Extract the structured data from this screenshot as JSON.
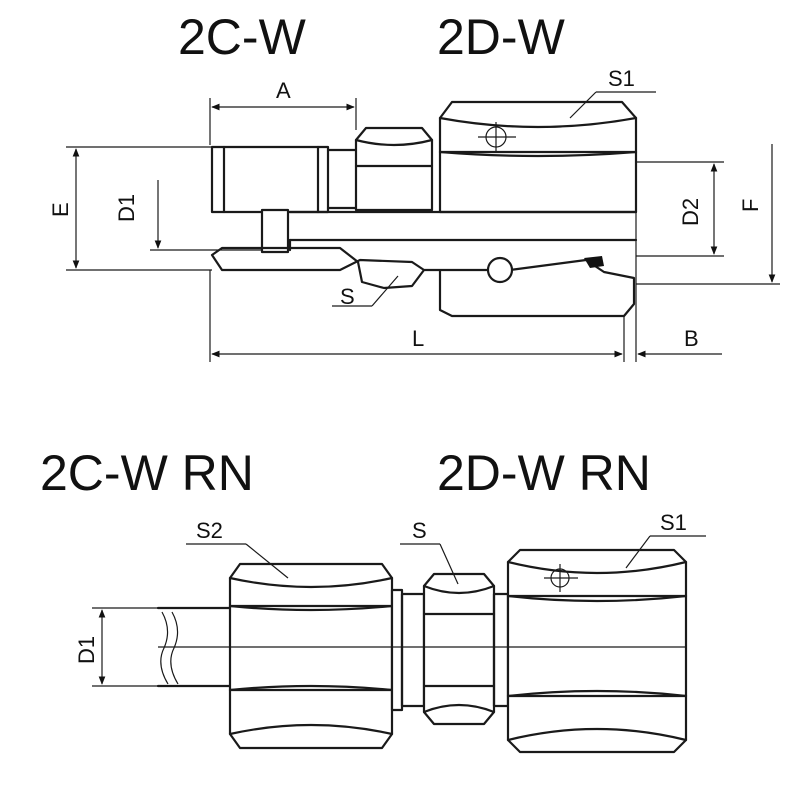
{
  "top_figure": {
    "title_left": "2C-W",
    "title_right": "2D-W",
    "labels": {
      "a": "A",
      "s1": "S1",
      "e": "E",
      "d1": "D1",
      "d2": "D2",
      "f": "F",
      "s": "S",
      "l": "L",
      "b": "B"
    }
  },
  "bottom_figure": {
    "title_left": "2C-W RN",
    "title_right": "2D-W RN",
    "labels": {
      "s2": "S2",
      "s": "S",
      "s1": "S1",
      "d1": "D1"
    }
  },
  "colors": {
    "line": "#1a1a1a",
    "background": "#ffffff"
  }
}
